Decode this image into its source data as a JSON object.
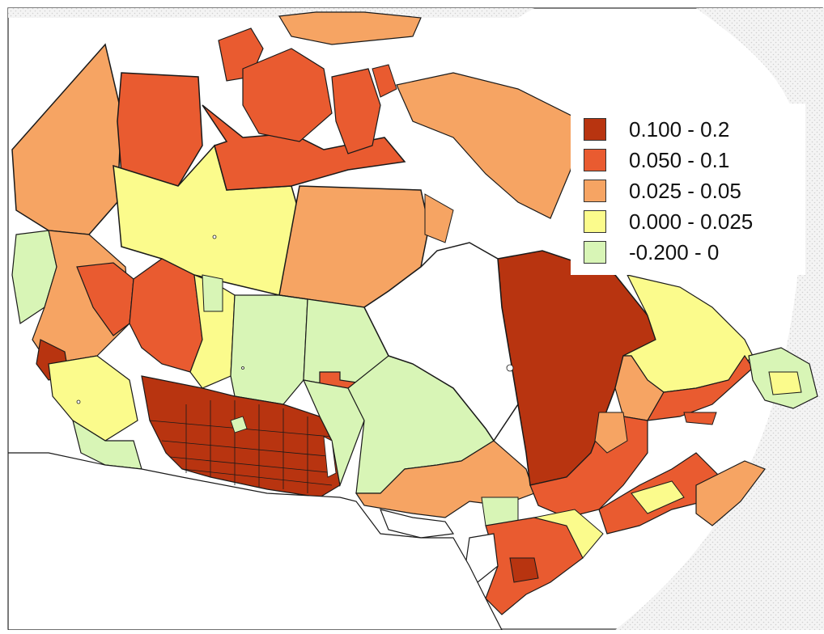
{
  "map": {
    "legend": [
      {
        "label": "0.100 - 0.2",
        "color": "#b83410"
      },
      {
        "label": "0.050 - 0.1",
        "color": "#e95b30"
      },
      {
        "label": "0.025 - 0.05",
        "color": "#f6a463"
      },
      {
        "label": "0.000 - 0.025",
        "color": "#fbfb8c"
      },
      {
        "label": "-0.200 - 0",
        "color": "#d8f5b6"
      }
    ],
    "colors": {
      "ocean_hatch": "#eaeaea",
      "land_outside": "#ffffff",
      "border": "#1a1a1a"
    }
  }
}
